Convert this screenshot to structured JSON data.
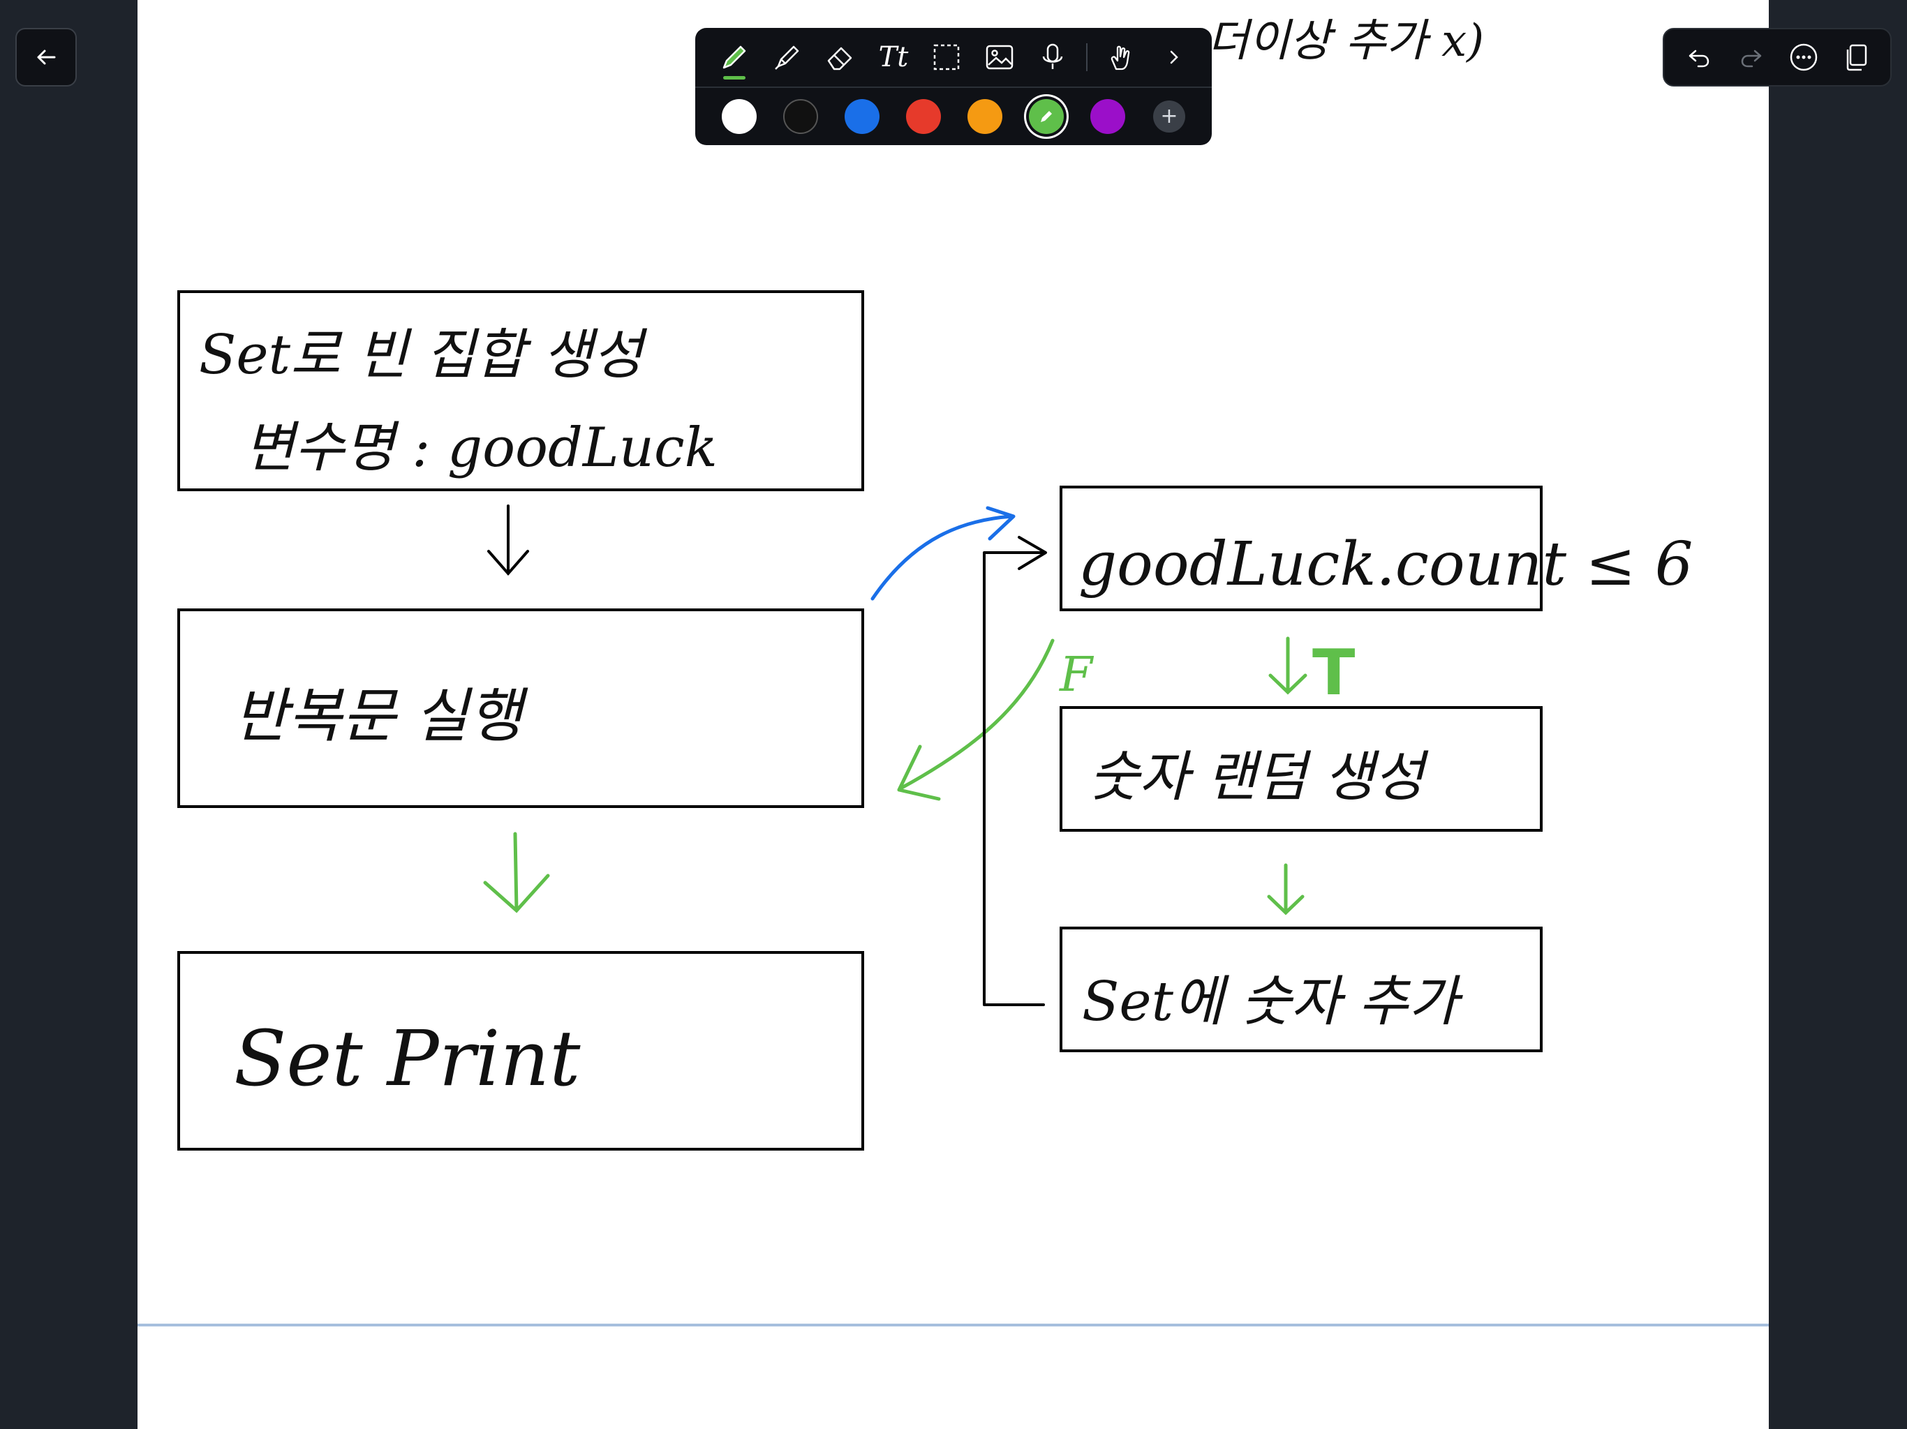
{
  "app": {
    "colors": {
      "chrome_bg": "#1e232b",
      "canvas": "#ffffff",
      "toolbar_bg": "#0f1116",
      "accent_green": "#5fbf4a",
      "ink_black": "#000000",
      "ink_blue": "#1a6fe8",
      "ink_green": "#5fbf4a"
    }
  },
  "toolbar": {
    "tools": [
      {
        "name": "pen",
        "icon": "pen-icon",
        "active": true
      },
      {
        "name": "highlighter",
        "icon": "highlighter-icon",
        "active": false
      },
      {
        "name": "eraser",
        "icon": "eraser-icon",
        "active": false
      },
      {
        "name": "text",
        "icon": "text-icon",
        "label": "Tt",
        "active": false
      },
      {
        "name": "lasso",
        "icon": "lasso-select-icon",
        "active": false
      },
      {
        "name": "image",
        "icon": "image-icon",
        "active": false
      },
      {
        "name": "audio",
        "icon": "microphone-icon",
        "active": false
      },
      {
        "name": "touch",
        "icon": "hand-touch-icon",
        "active": false
      },
      {
        "name": "more",
        "icon": "chevron-right-icon",
        "active": false
      }
    ],
    "colors": [
      {
        "name": "white",
        "hex": "#ffffff",
        "selected": false
      },
      {
        "name": "black",
        "hex": "#111111",
        "selected": false
      },
      {
        "name": "blue",
        "hex": "#1a6fe8",
        "selected": false
      },
      {
        "name": "red",
        "hex": "#e63a2b",
        "selected": false
      },
      {
        "name": "orange",
        "hex": "#f59a12",
        "selected": false
      },
      {
        "name": "green",
        "hex": "#5fbf4a",
        "selected": true
      },
      {
        "name": "purple",
        "hex": "#9b0fc9",
        "selected": false
      }
    ],
    "add_color_label": "+"
  },
  "right_toolbar": {
    "buttons": [
      "undo-icon",
      "redo-icon",
      "more-options-icon",
      "pages-icon"
    ]
  },
  "note": {
    "top_fragment": "더이상 추가 x)",
    "boxes": {
      "box1_line1": "Set로 빈 집합 생성",
      "box1_line2": "변수명 : goodLuck",
      "box2": "반복문 실행",
      "box3": "Set Print",
      "box4": "goodLuck.count ≤ 6",
      "box5": "숫자 랜덤 생성",
      "box6": "Set에 숫자 추가"
    },
    "labels": {
      "true_label": "T",
      "false_label": "F"
    }
  }
}
